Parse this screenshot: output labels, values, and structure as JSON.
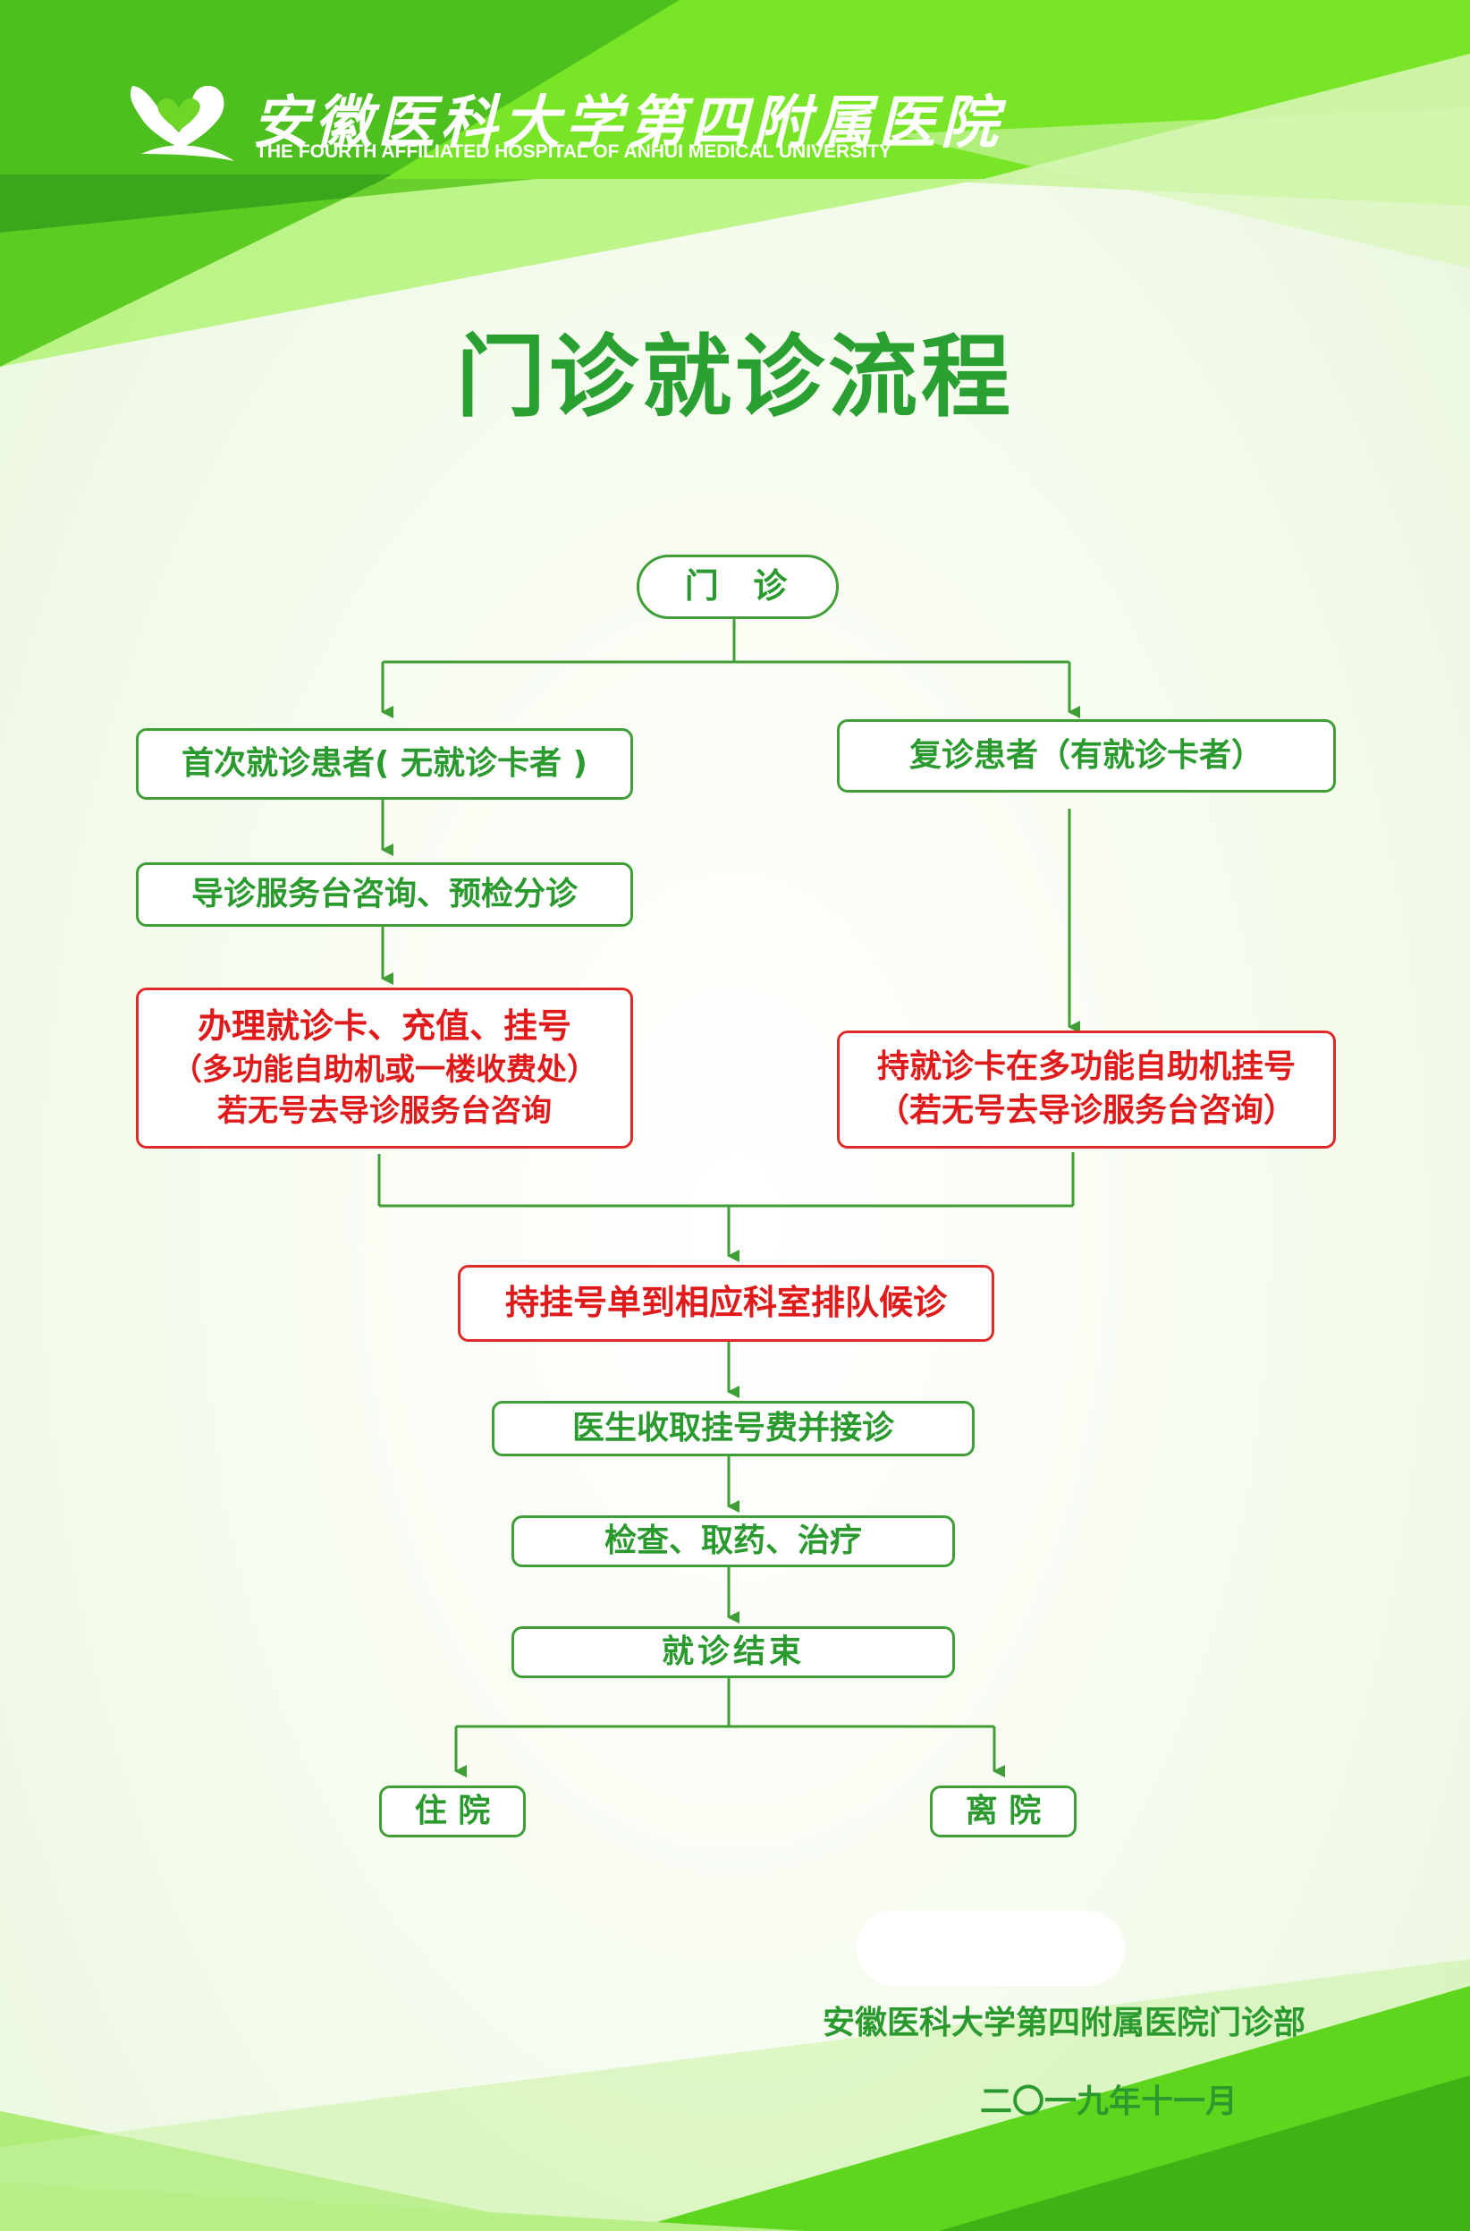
{
  "header": {
    "hospital_name_cn": "安徽医科大学第四附属医院",
    "hospital_name_en": "THE FOURTH AFFILIATED HOSPITAL OF ANHUI MEDICAL UNIVERSITY"
  },
  "title": "门诊就诊流程",
  "flow": {
    "start": "门  诊",
    "first_visit": "首次就诊患者( 无就诊卡者 )",
    "return_visit": "复诊患者（有就诊卡者）",
    "consult": "导诊服务台咨询、预检分诊",
    "register_first": {
      "line1": "办理就诊卡、充值、挂号",
      "line2": "（多功能自助机或一楼收费处）",
      "line3": "若无号去导诊服务台咨询"
    },
    "register_return": {
      "line1": "持就诊卡在多功能自助机挂号",
      "line2": "（若无号去导诊服务台咨询）"
    },
    "queue": "持挂号单到相应科室排队候诊",
    "doctor": "医生收取挂号费并接诊",
    "exam": "检查、取药、治疗",
    "end": "就诊结束",
    "hospitalize": "住 院",
    "discharge": "离 院"
  },
  "footer": {
    "department": "安徽医科大学第四附属医院门诊部",
    "date": "二〇一九年十一月"
  },
  "colors": {
    "green_text": "#2a9a2e",
    "green_border": "#3f9e35",
    "red": "#e01a1a",
    "bright_green": "#6fe020",
    "dark_green": "#3aa61c"
  }
}
